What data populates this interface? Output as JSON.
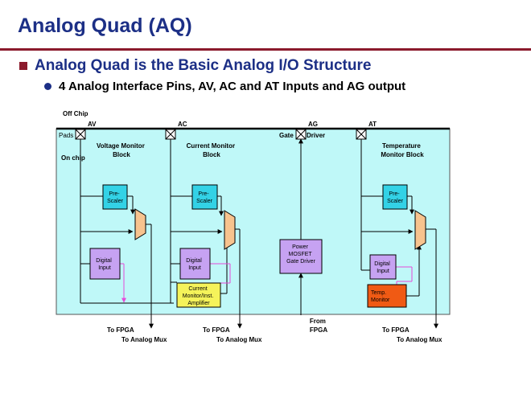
{
  "slide": {
    "title": "Analog Quad (AQ)",
    "bullet1": "Analog Quad is the Basic Analog I/O Structure",
    "bullet2": "4 Analog Interface Pins, AV, AC and AT Inputs and AG output"
  },
  "diagram": {
    "labels": {
      "off_chip": "Off Chip",
      "pads": "Pads",
      "on_chip": "On chip",
      "gate": "Gate",
      "driver": "Driver"
    },
    "pins": {
      "av": "AV",
      "ac": "AC",
      "ag": "AG",
      "at": "AT"
    },
    "blocks": {
      "voltage_monitor": [
        "Voltage Monitor",
        "Block"
      ],
      "current_monitor": [
        "Current Monitor",
        "Block"
      ],
      "temperature_monitor": [
        "Temperature",
        "Monitor Block"
      ],
      "prescaler": [
        "Pre-",
        "Scaler"
      ],
      "digital_input": [
        "Digital",
        "Input"
      ],
      "current_amp": [
        "Current",
        "Monitor/Inst.",
        "Amplifier"
      ],
      "power_mosfet": [
        "Power",
        "MOSFET",
        "Gate Driver"
      ],
      "temp_monitor": [
        "Temp.",
        "Monitor"
      ]
    },
    "outputs": {
      "to_fpga": "To FPGA",
      "to_analog_mux": "To Analog Mux",
      "from_fpga": [
        "From",
        "FPGA"
      ]
    },
    "colors": {
      "background": "#bff8f8",
      "prescaler": "#33d2e6",
      "digital_input": "#c6a2f2",
      "mux": "#f7c38e",
      "current_amp": "#f5f35a",
      "power_mosfet": "#c6a2f2",
      "temp_monitor": "#f05a14",
      "fpga_line": "#e64ad8",
      "title": "#1c2f86",
      "accent": "#8b1a2c"
    }
  }
}
